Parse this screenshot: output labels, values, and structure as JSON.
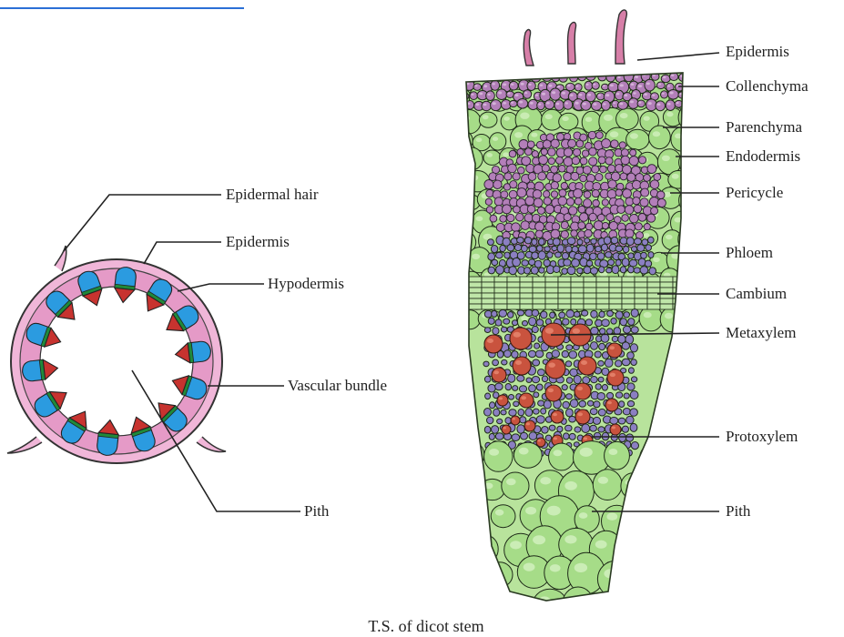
{
  "left_labels": [
    "Epidermal hair",
    "Epidermis",
    "Hypodermis",
    "Vascular bundle",
    "Pith"
  ],
  "right_labels": [
    "Epidermis",
    "Collenchyma",
    "Parenchyma",
    "Endodermis",
    "Pericycle",
    "Phloem",
    "Cambium",
    "Metaxylem",
    "Protoxylem",
    "Pith"
  ],
  "caption": "T.S. of dicot stem",
  "colors": {
    "pink_cortex": "#e59ac7",
    "pink_epidermis": "#f0b6d8",
    "xylem_red": "#c7332f",
    "cambium_green": "#1f8a3a",
    "phloem_blue": "#2b9be0",
    "parenchyma_green": "#a6dc88",
    "collenchyma_purple": "#b37fb9",
    "phloem_violet": "#8b7fc2",
    "metaxylem_red": "#c9533e",
    "hair_pink": "#d77fa8"
  }
}
